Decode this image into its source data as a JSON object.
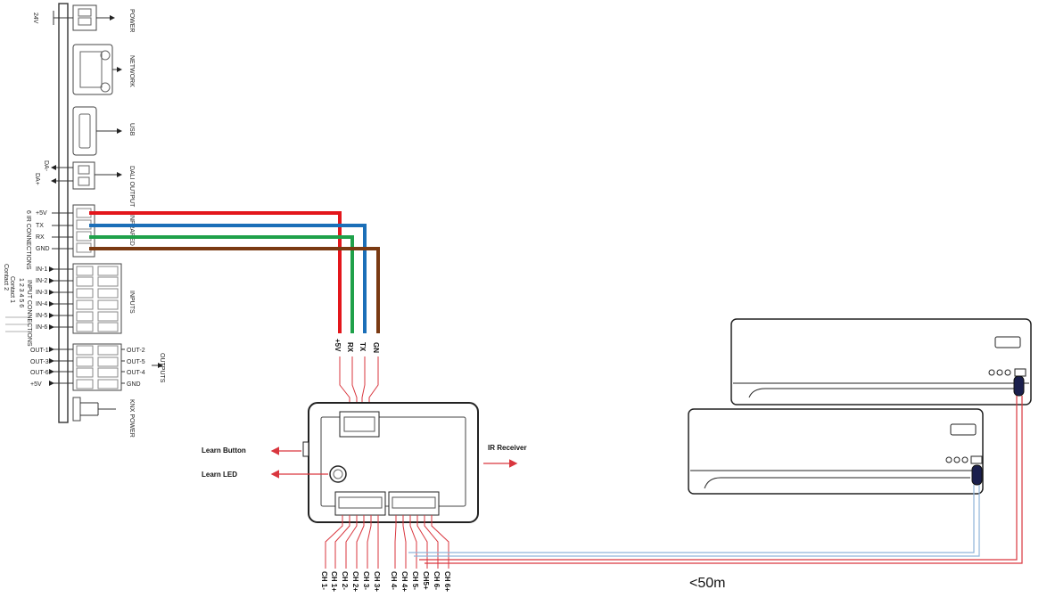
{
  "controller": {
    "ports": {
      "power": "POWER",
      "network": "NETWORK",
      "usb": "USB",
      "dali_output": "DALI OUTPUT",
      "infrared": "INFRARED",
      "inputs": "INPUTS",
      "outputs": "OUTPUTS",
      "knx_power": "KNX POWER"
    },
    "power_label": "24V",
    "da_minus": "DA-",
    "da_plus": "DA+",
    "ir_connections_label": "6 IR CONNECTIONS",
    "ir_pins": [
      "+5V",
      "TX",
      "RX",
      "GND"
    ],
    "inputs": [
      "IN-1",
      "IN-2",
      "IN-3",
      "IN-4",
      "IN-5",
      "IN-6"
    ],
    "input_connections_label": "INPUT CONNECTIONS",
    "contact_labels": [
      "Contact 1",
      "Contact 2"
    ],
    "contact_numbers": "1 2 3 4 5 6",
    "outputs_left": [
      "OUT-1",
      "OUT-3",
      "OUT-6",
      "+5V"
    ],
    "outputs_right": [
      "OUT-2",
      "OUT-4",
      "OUT-5",
      "GND"
    ]
  },
  "wiring": {
    "colors": {
      "plus5v": "#e3161b",
      "tx": "#1b6fb8",
      "rx": "#1fa14a",
      "gnd": "#7a3a12",
      "ir": "#d9363e",
      "signal": "#8fb3d9"
    },
    "module_top_pins": [
      "+5V",
      "RX",
      "TX",
      "GN"
    ]
  },
  "module": {
    "learn_button": "Learn Button",
    "learn_led": "Learn LED",
    "ir_receiver": "IR Receiver",
    "channels": [
      "CH 1-",
      "CH 1+",
      "CH 2-",
      "CH 2+",
      "CH 3-",
      "CH 3+",
      "CH 4-",
      "CH 4+",
      "CH 5-",
      "CH5+",
      "CH 6-",
      "CH 6+"
    ]
  },
  "distance": "<50m"
}
